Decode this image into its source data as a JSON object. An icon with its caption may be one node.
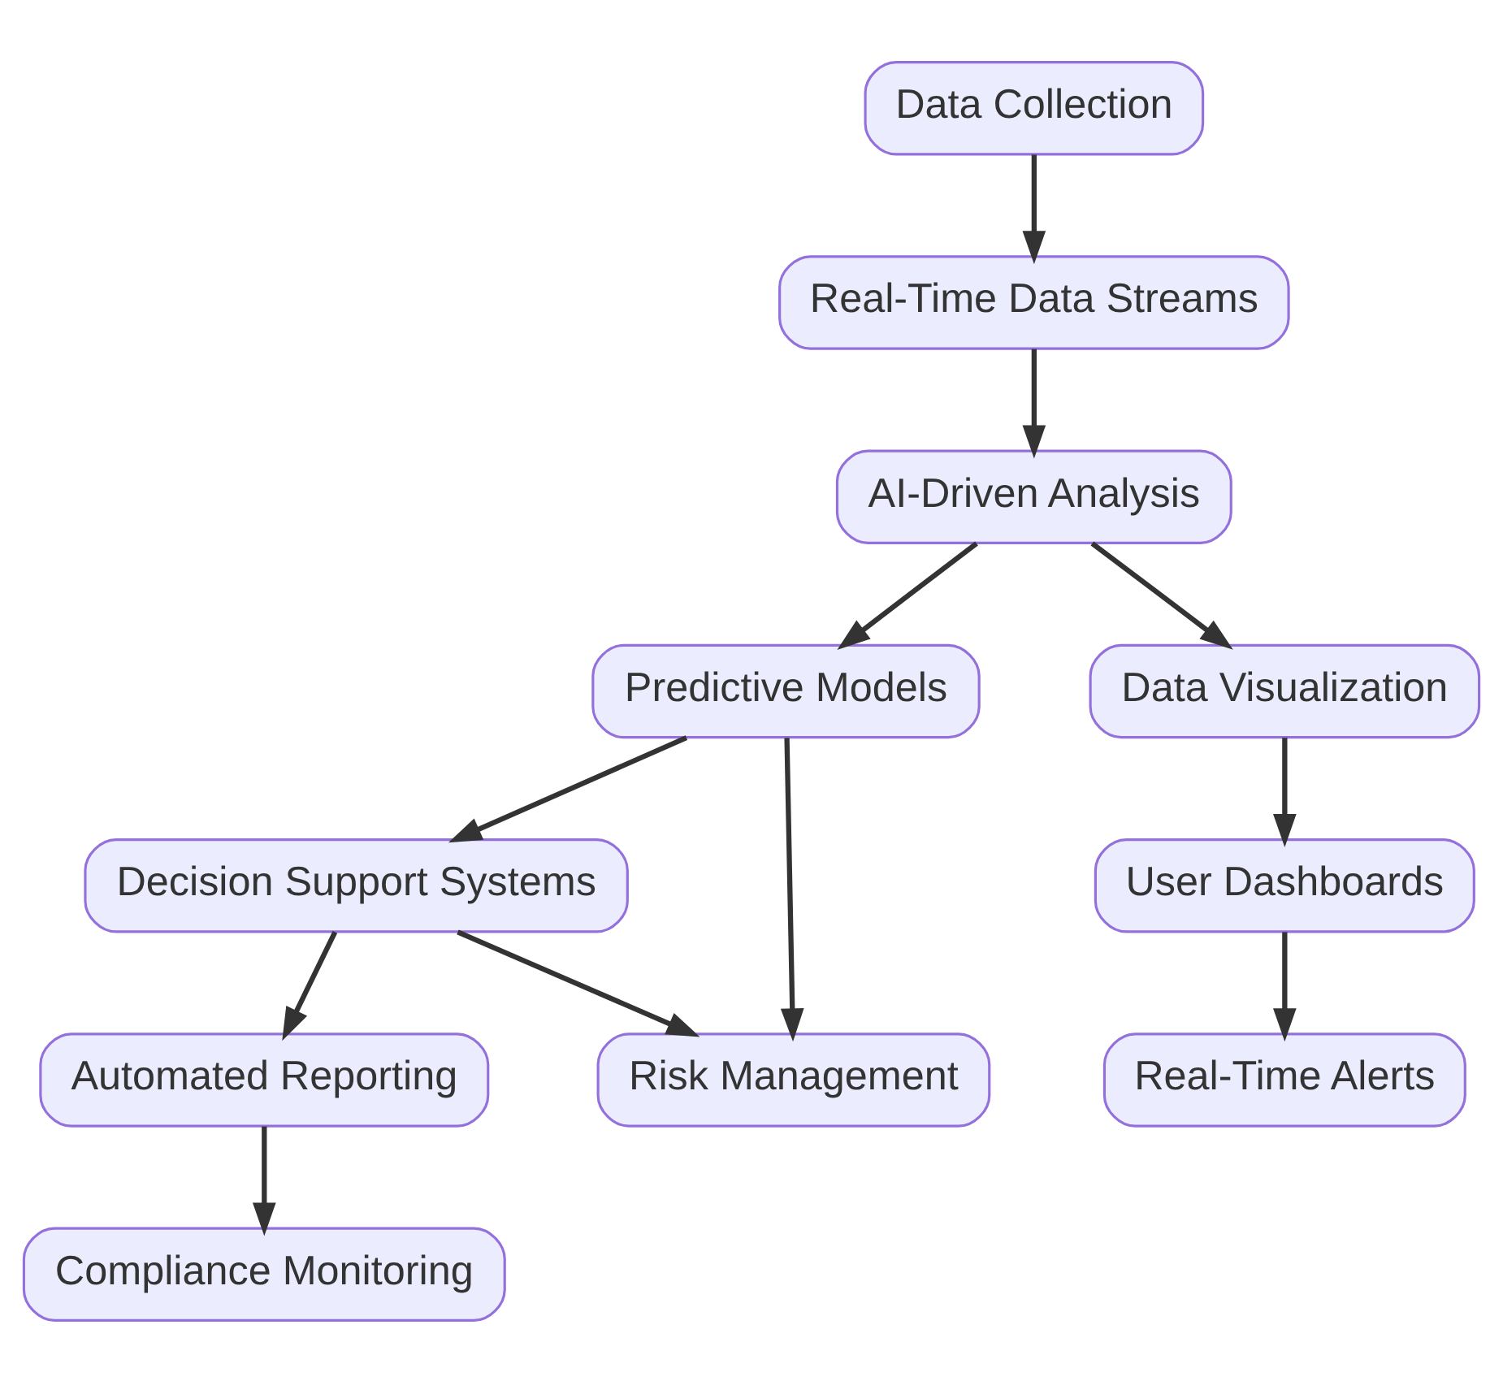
{
  "diagram": {
    "nodes": [
      {
        "text": [
          "Data Collection"
        ]
      },
      {
        "text": [
          "Real-Time Data Streams"
        ]
      },
      {
        "text": [
          "AI-Driven Analysis"
        ]
      },
      {
        "text": [
          "Predictive Models"
        ]
      },
      {
        "text": [
          "Data Visualization"
        ]
      },
      {
        "text": [
          "Decision Support Systems"
        ]
      },
      {
        "text": [
          "Automated Reporting"
        ]
      },
      {
        "text": [
          "Risk Management"
        ]
      },
      {
        "text": [
          "User Dashboards"
        ]
      },
      {
        "text": [
          "Real-Time Alerts"
        ]
      },
      {
        "text": [
          "Compliance Monitoring"
        ]
      }
    ],
    "edges": [
      {
        "from": 0,
        "to": 1,
        "arrow": "to"
      },
      {
        "from": 1,
        "to": 2,
        "arrow": "to"
      },
      {
        "from": 2,
        "to": 3,
        "arrow": "to"
      },
      {
        "from": 2,
        "to": 4,
        "arrow": "to"
      },
      {
        "from": 3,
        "to": 5,
        "arrow": "to"
      },
      {
        "from": 3,
        "to": 7,
        "arrow": "to"
      },
      {
        "from": 4,
        "to": 8,
        "arrow": "to"
      },
      {
        "from": 5,
        "to": 6,
        "arrow": "to"
      },
      {
        "from": 5,
        "to": 7,
        "arrow": "to"
      },
      {
        "from": 8,
        "to": 9,
        "arrow": "to"
      },
      {
        "from": 6,
        "to": 10,
        "arrow": "to"
      }
    ]
  }
}
